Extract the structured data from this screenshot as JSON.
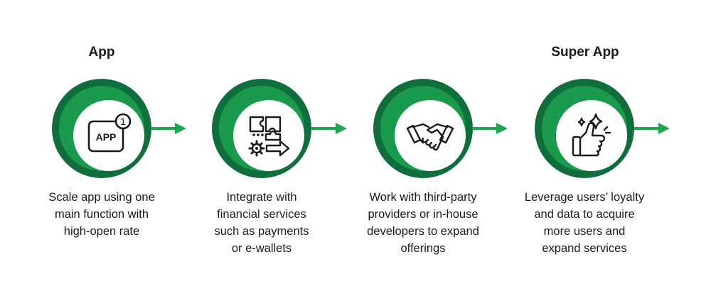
{
  "headings": {
    "first": "App",
    "last": "Super App"
  },
  "stages": [
    {
      "icon": "app-badge-icon",
      "icon_text": "APP",
      "badge_count": "1",
      "description": [
        "Scale app using one",
        "main function with",
        "high-open rate"
      ]
    },
    {
      "icon": "puzzle-gear-icon",
      "description": [
        "Integrate with",
        "financial services",
        "such as payments",
        "or e-wallets"
      ]
    },
    {
      "icon": "handshake-icon",
      "description": [
        "Work with third-party",
        "providers or in-house",
        "developers to expand",
        "offerings"
      ]
    },
    {
      "icon": "thumbs-up-sparkle-icon",
      "description": [
        "Leverage users’ loyalty",
        "and data to acquire",
        "more users and",
        "expand services"
      ]
    }
  ],
  "colors": {
    "ring_outer": "#0f6e3c",
    "ring_mid": "#1a9a4c",
    "arrow": "#1fa54f",
    "text": "#1a1a1a"
  }
}
